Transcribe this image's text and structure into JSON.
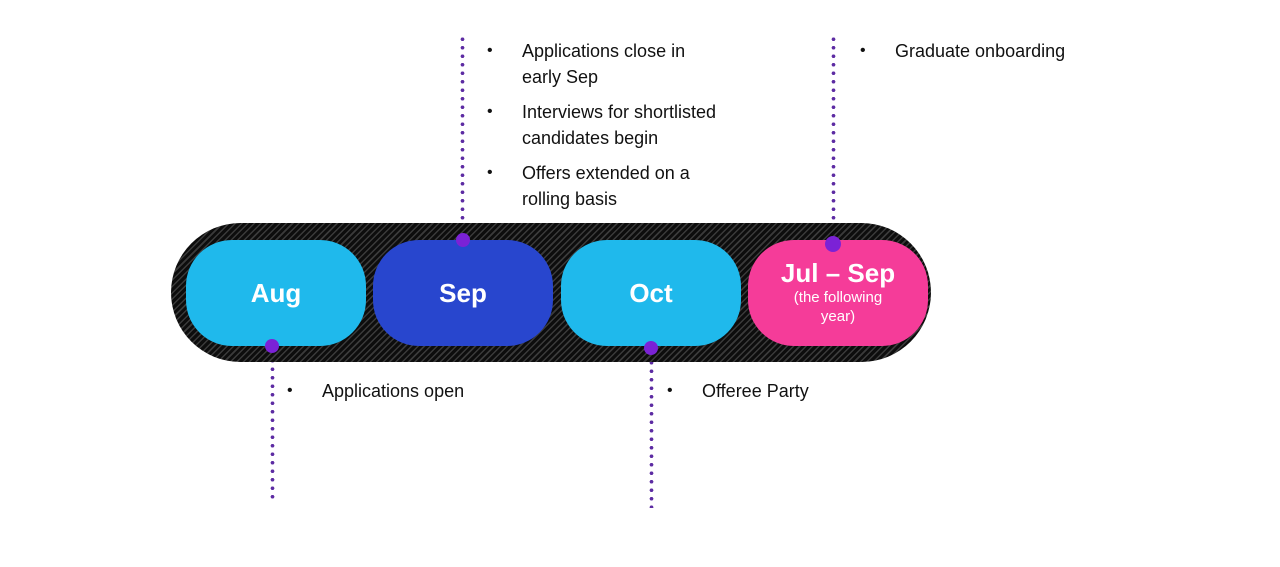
{
  "diagram": {
    "type": "timeline",
    "description_visible": false
  },
  "colors": {
    "cyan_pill": "#1FB9EC",
    "blue_pill": "#2846CE",
    "pink_pill": "#F53C99",
    "bar_base": "#2E2E2E",
    "bar_stripe": "#0D0D0D",
    "dotted_line_purple": "#5D2CA3",
    "connector_dot_purple": "#7B22D6",
    "annotation_text": "#111111",
    "pill_text": "#FFFFFF"
  },
  "timeline": {
    "months": [
      {
        "label": "Aug",
        "sublabel": "",
        "color": "#1FB9EC"
      },
      {
        "label": "Sep",
        "sublabel": "",
        "color": "#2846CE"
      },
      {
        "label": "Oct",
        "sublabel": "",
        "color": "#1FB9EC"
      },
      {
        "label": "Jul – Sep",
        "sublabel": "(the following\nyear)",
        "color": "#F53C99"
      }
    ]
  },
  "annotations": {
    "bullet": "•",
    "above_sep": [
      "Applications close in\nearly Sep",
      "Interviews for shortlisted\ncandidates begin",
      "Offers extended on a\nrolling basis"
    ],
    "above_jul_sep": [
      "Graduate onboarding"
    ],
    "below_aug": [
      "Applications open"
    ],
    "below_oct": [
      "Offeree Party"
    ]
  }
}
